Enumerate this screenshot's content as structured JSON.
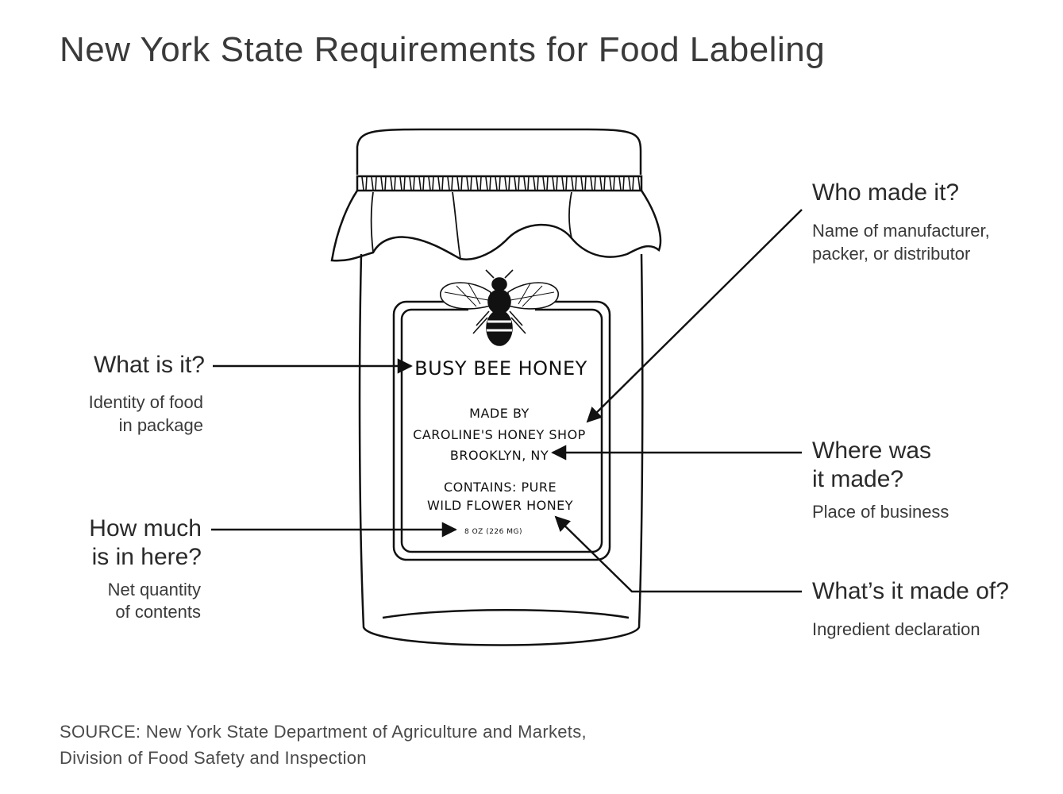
{
  "title": "New York State Requirements for Food Labeling",
  "jar_label": {
    "product": "BUSY BEE HONEY",
    "made_by_1": "MADE BY",
    "made_by_2": "CAROLINE'S HONEY SHOP",
    "made_by_3": "BROOKLYN, NY",
    "contains_1": "CONTAINS: PURE",
    "contains_2": "WILD FLOWER HONEY",
    "net_qty": "8 OZ   (226 MG)"
  },
  "callouts": {
    "what": {
      "question": "What is it?",
      "answer_1": "Identity of food",
      "answer_2": "in package"
    },
    "how_much": {
      "question_1": "How much",
      "question_2": "is in here?",
      "answer_1": "Net quantity",
      "answer_2": "of contents"
    },
    "who": {
      "question": "Who made it?",
      "answer_1": "Name of manufacturer,",
      "answer_2": "packer, or distributor"
    },
    "where": {
      "question_1": "Where was",
      "question_2": "it made?",
      "answer": "Place of business"
    },
    "made_of": {
      "question": "What’s it made of?",
      "answer": "Ingredient declaration"
    }
  },
  "source": {
    "line_1": "SOURCE: New York State Department of Agriculture and Markets,",
    "line_2": "Division of Food Safety and Inspection"
  }
}
